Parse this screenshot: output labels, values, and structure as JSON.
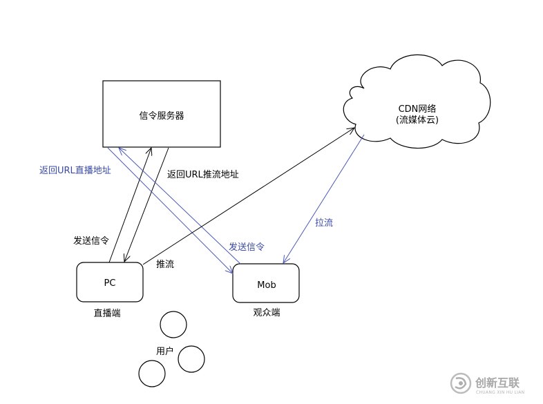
{
  "nodes": {
    "signaling_server": "信令服务器",
    "cdn_line1": "CDN网络",
    "cdn_line2": "(流媒体云)",
    "pc": "PC",
    "pc_caption": "直播端",
    "mob": "Mob",
    "mob_caption": "观众端",
    "users": "用户"
  },
  "edges": {
    "return_play_url": "返回URL直播地址",
    "return_push_url": "返回URL推流地址",
    "pc_send_signal": "发送信令",
    "mob_send_signal": "发送信令",
    "push_stream": "推流",
    "pull_stream": "拉流"
  },
  "colors": {
    "blue_line": "#4a58b8",
    "black_line": "#000000"
  },
  "watermark": {
    "name": "创新互联",
    "sub": "CHUANG XIN HU LIAN",
    "icon": "swirl-logo-icon"
  }
}
